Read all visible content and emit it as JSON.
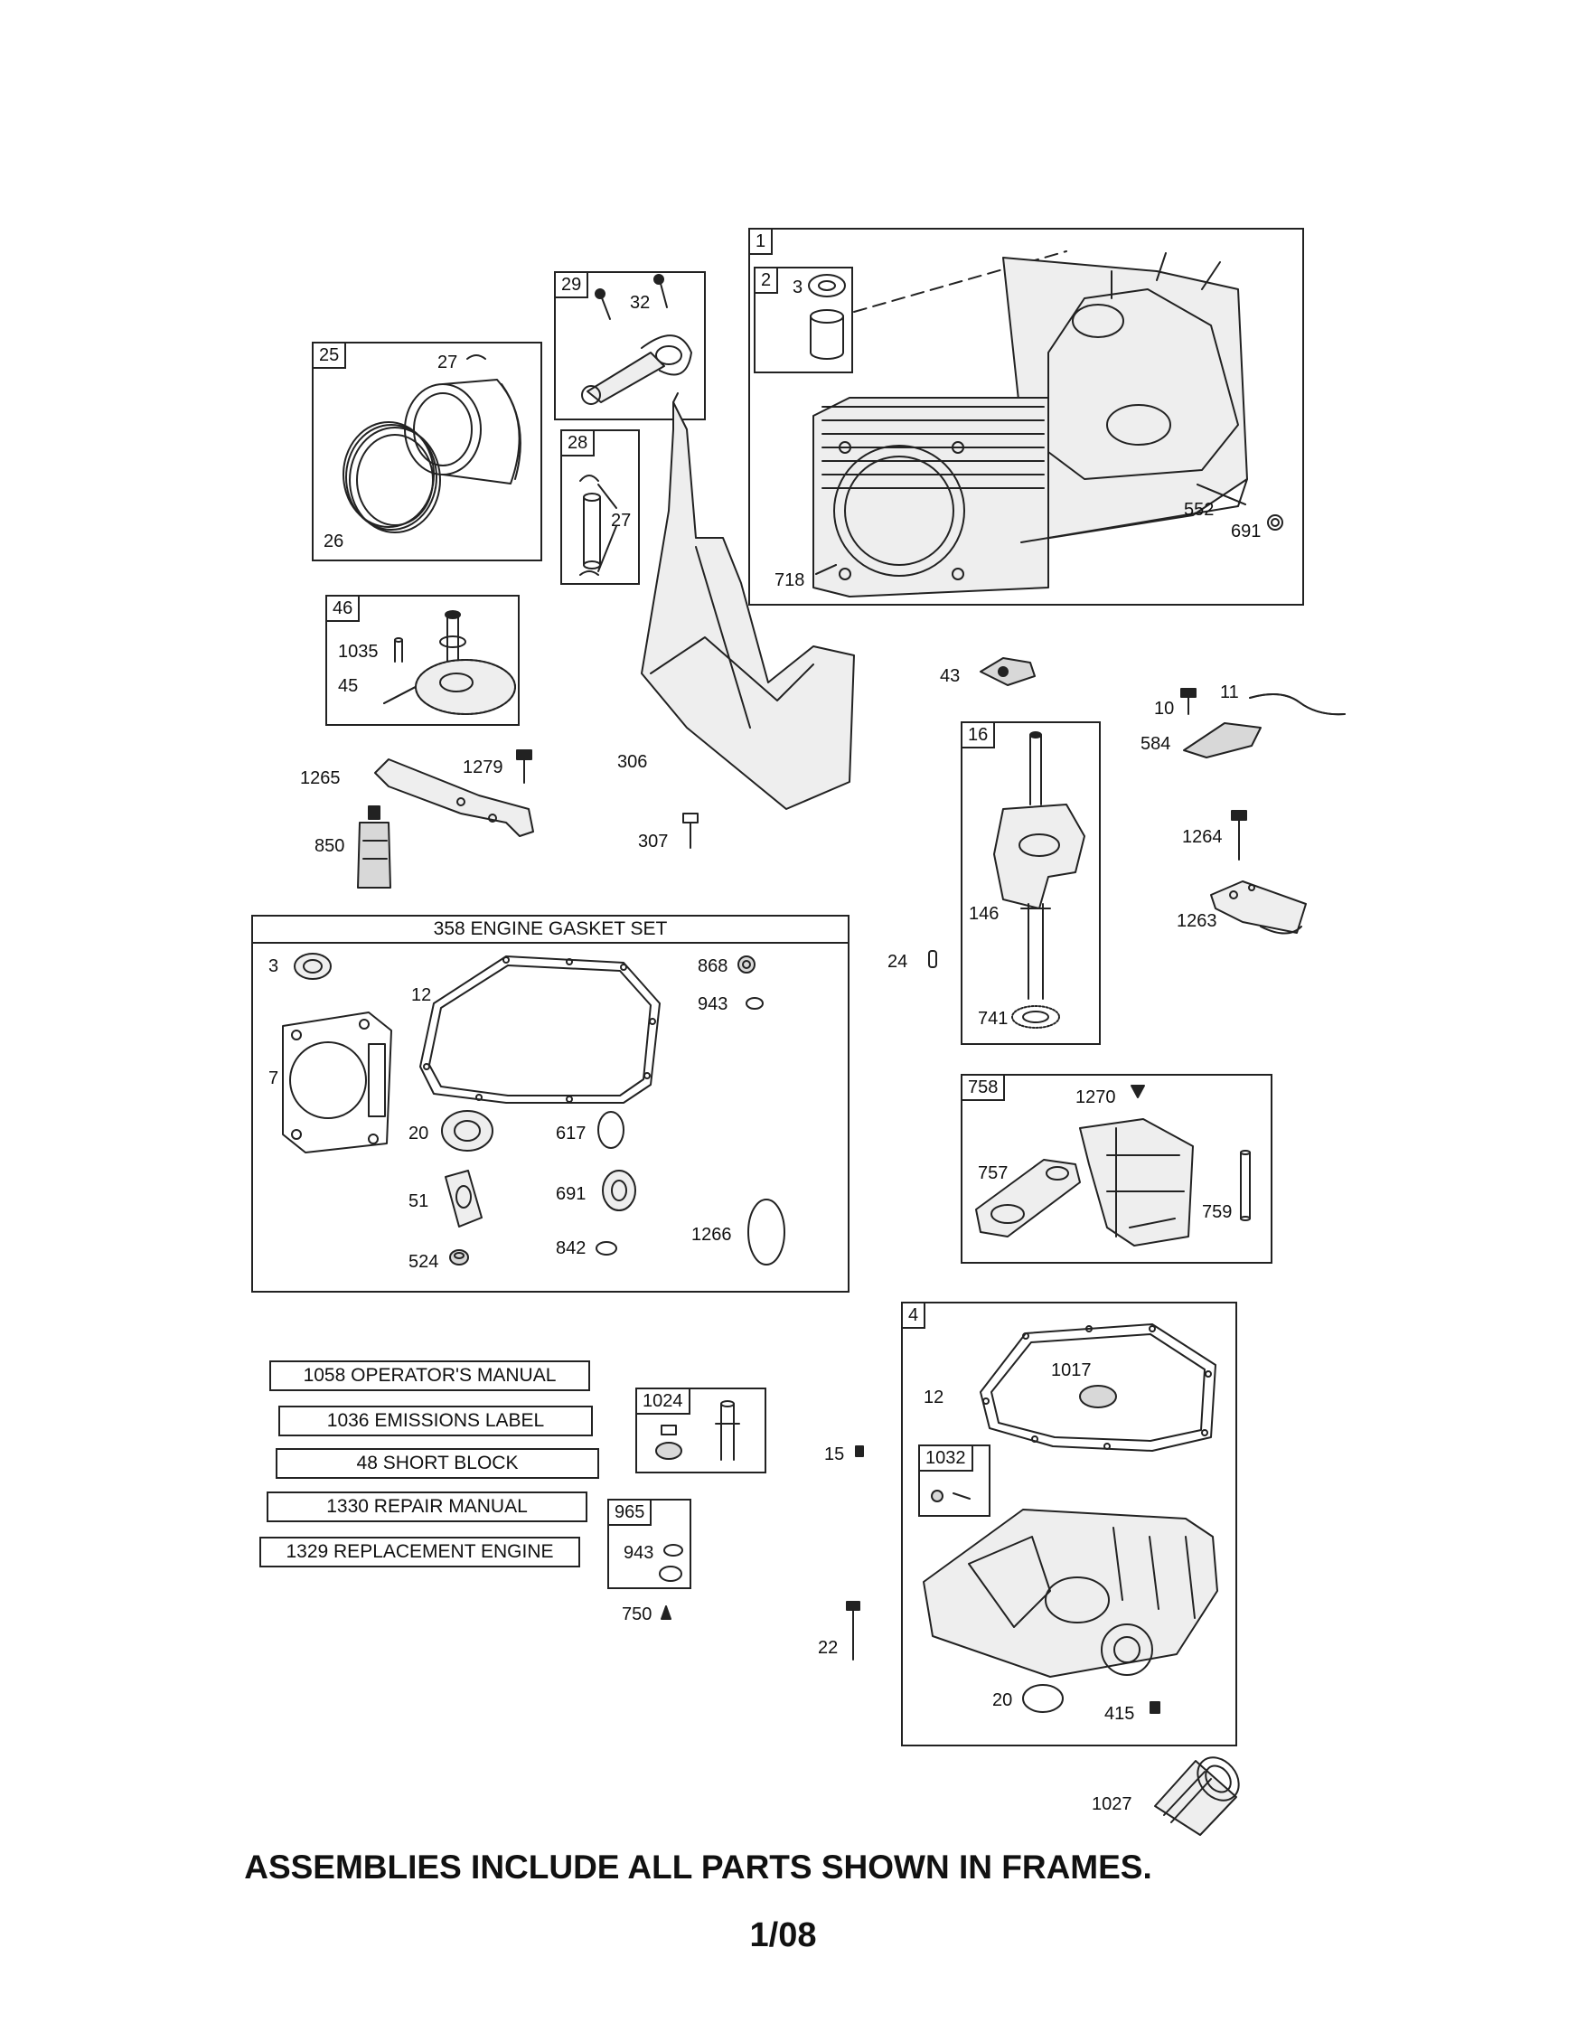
{
  "frames": {
    "f1": "1",
    "f2": "2",
    "f29": "29",
    "f25": "25",
    "f28": "28",
    "f46": "46",
    "f16": "16",
    "f758": "758",
    "f4": "4",
    "f1024": "1024",
    "f965": "965",
    "f1032": "1032"
  },
  "labels": {
    "p3a": "3",
    "p32": "32",
    "p27a": "27",
    "p26": "26",
    "p27b": "27",
    "p552": "552",
    "p691a": "691",
    "p718": "718",
    "p1035": "1035",
    "p45": "45",
    "p1265": "1265",
    "p1279": "1279",
    "p850": "850",
    "p306": "306",
    "p307": "307",
    "p43": "43",
    "p10": "10",
    "p11": "11",
    "p584": "584",
    "p1264": "1264",
    "p1263": "1263",
    "p146": "146",
    "p741": "741",
    "p24": "24",
    "g3": "3",
    "g12": "12",
    "g868": "868",
    "g943": "943",
    "g7": "7",
    "g20": "20",
    "g617": "617",
    "g51": "51",
    "g691": "691",
    "g1266": "1266",
    "g524": "524",
    "g842": "842",
    "p1270": "1270",
    "p757": "757",
    "p759": "759",
    "p12b": "12",
    "p1017": "1017",
    "p15": "15",
    "p22": "22",
    "p20b": "20",
    "p415": "415",
    "p1027": "1027",
    "p943b": "943",
    "p750": "750"
  },
  "gasket_set_title": "358 ENGINE GASKET SET",
  "kits": [
    "1058 OPERATOR'S MANUAL",
    "1036 EMISSIONS LABEL",
    "48 SHORT BLOCK",
    "1330 REPAIR MANUAL",
    "1329 REPLACEMENT ENGINE"
  ],
  "footer": {
    "note": "ASSEMBLIES INCLUDE ALL PARTS SHOWN IN FRAMES.",
    "date": "1/08"
  }
}
